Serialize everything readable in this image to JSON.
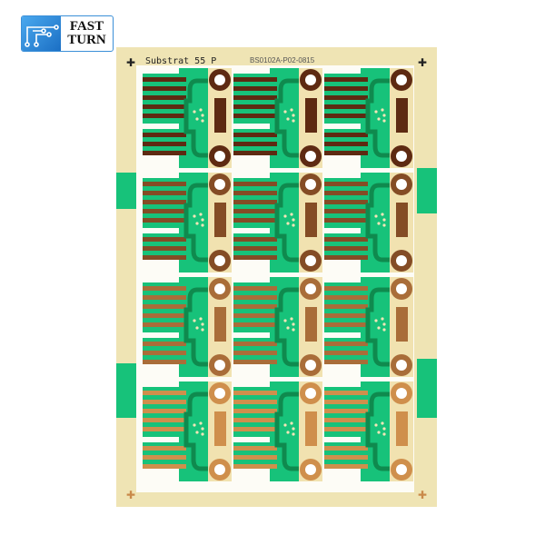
{
  "logo": {
    "line1": "FAST",
    "line2": "TURN"
  },
  "silkscreen": {
    "label": "Substrat 55 P",
    "part_number": "BS0102A-P02-0815"
  },
  "panel": {
    "columns": 3,
    "rows": 4
  },
  "colors": {
    "substrate": "#efe4b4",
    "soldermask": "#17c27a",
    "trace": "#0f8a4e",
    "copper_top": "#5e2a12",
    "copper_bottom": "#cf8f4c",
    "logo_blue": "#2a83d8"
  }
}
